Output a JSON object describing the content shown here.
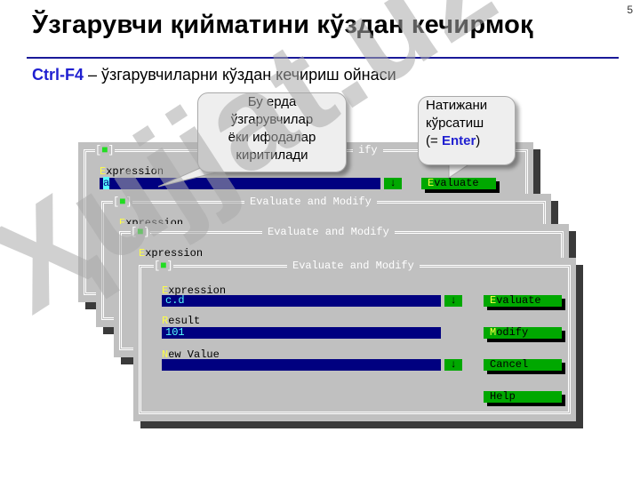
{
  "slide": {
    "number": "5"
  },
  "header": {
    "title": "Ўзгарувчи қийматини кўздан кечирмоқ",
    "subtitle_key": "Ctrl-F4",
    "subtitle_rest": " – ўзгарувчиларни кўздан кечириш ойнаси"
  },
  "callouts": {
    "left_line1": "Бу ерда",
    "left_line2": "ўзгарувчилар",
    "left_line3": "ёки ифодалар",
    "left_line4": "киритилади",
    "right_line1": "Натижани",
    "right_line2": "кўрсатиш",
    "right_line3_pre": "(= ",
    "right_line3_key": "Enter",
    "right_line3_post": ")"
  },
  "dialog": {
    "title": "Evaluate and Modify",
    "title_partial": "ify",
    "close_left": "[",
    "close_mark": "■",
    "close_right": "]",
    "arrow": "↓",
    "expression_hotkey": "E",
    "expression_label_rest": "xpression",
    "expression_label_cut": "xpression",
    "result_hotkey": "R",
    "result_label_rest": "esult",
    "newvalue_hotkey": "N",
    "newvalue_label_rest": "ew Value",
    "btn_evaluate_hk": "E",
    "btn_evaluate_rest": "valuate",
    "btn_modify_hk": "M",
    "btn_modify_rest": "odify",
    "btn_cancel": "Cancel",
    "btn_help": "Help",
    "btn_partial": "E"
  },
  "windows": {
    "first_expression": "a",
    "fourth_expression": "c.d",
    "fourth_result": "101",
    "fourth_newvalue": ""
  },
  "watermark": "Ҳujjat.uz",
  "colors": {
    "accent_blue": "#1f1fd0",
    "dialog_gray": "#c0c0c0",
    "field_navy": "#000080",
    "button_green": "#00a800",
    "hotkey_yellow": "#ffff44",
    "value_cyan": "#55ffff"
  }
}
